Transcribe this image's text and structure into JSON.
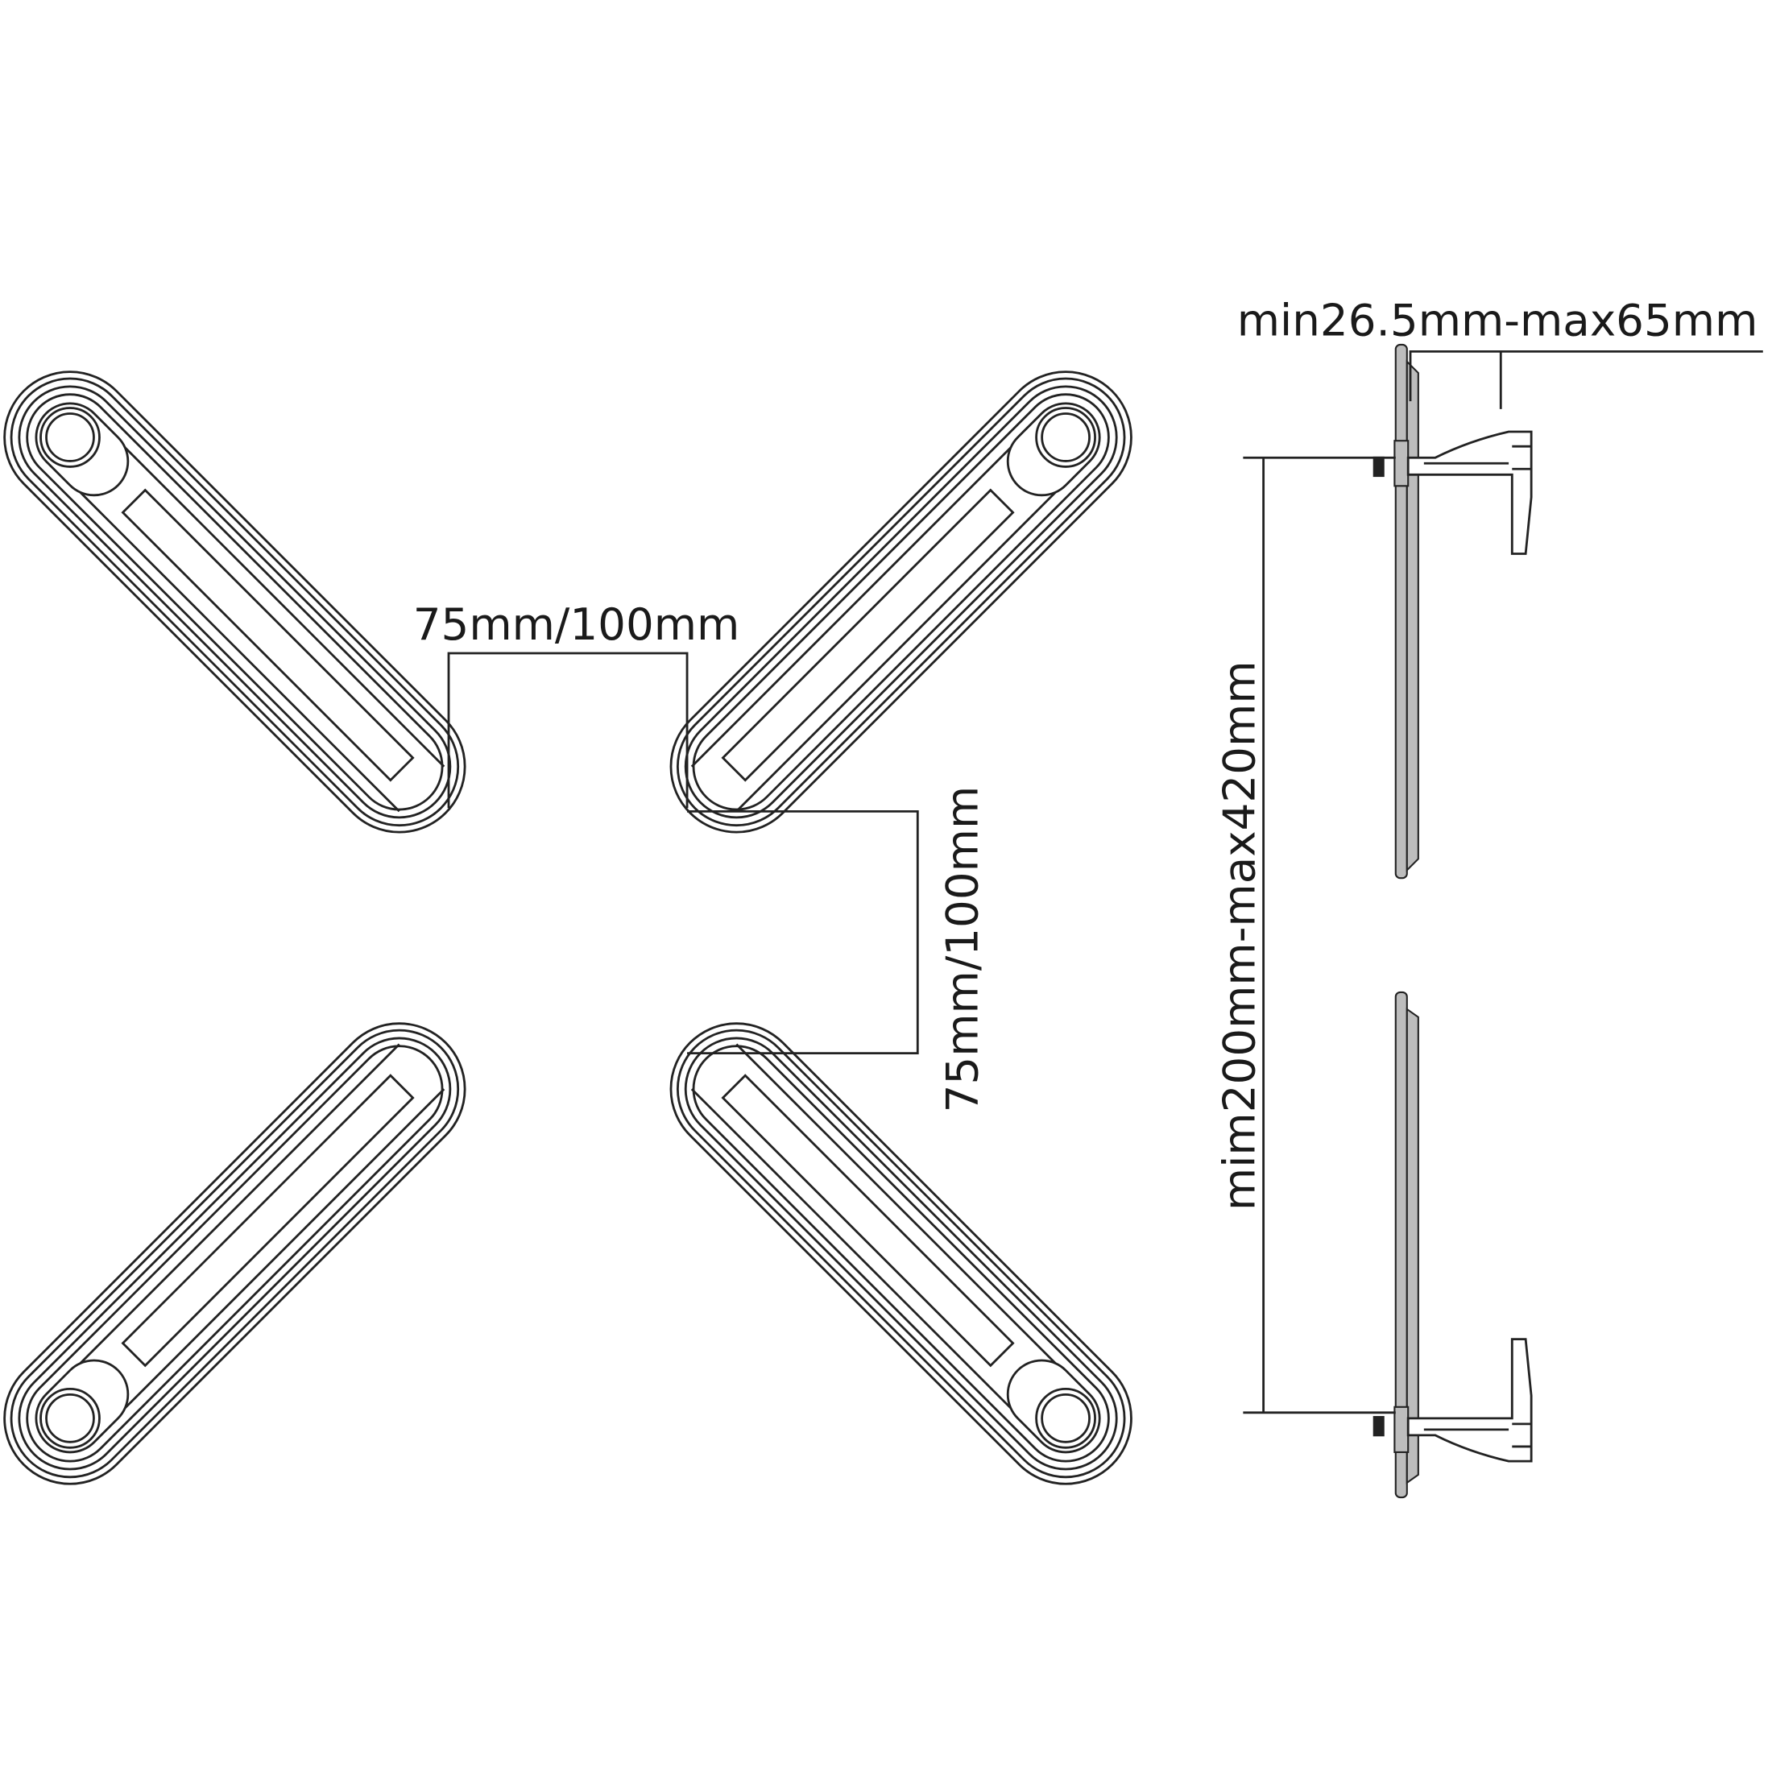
{
  "front_view": {
    "horizontal_dimension": "75mm/100mm",
    "vertical_dimension": "75mm/100mm"
  },
  "side_view": {
    "depth_dimension": "min26.5mm-max65mm",
    "height_dimension": "mim200mm-max420mm"
  },
  "colors": {
    "line": "#222222",
    "fill": "#bdbdbd",
    "background": "#ffffff"
  }
}
